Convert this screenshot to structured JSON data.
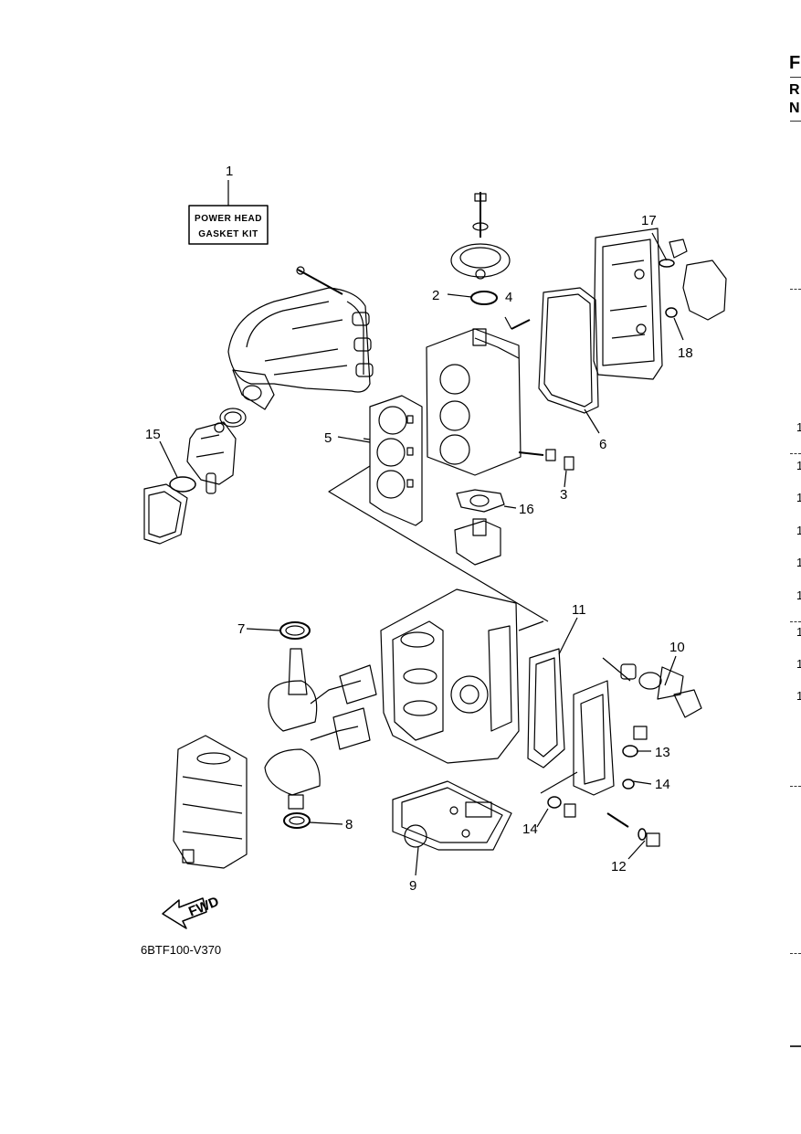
{
  "kit_label": {
    "line1": "POWER HEAD",
    "line2": "GASKET KIT"
  },
  "fwd_label": "FWD",
  "diagram_code": "6BTF100-V370",
  "callouts": [
    "1",
    "2",
    "3",
    "4",
    "5",
    "6",
    "7",
    "8",
    "9",
    "10",
    "11",
    "12",
    "13",
    "14",
    "14",
    "15",
    "16",
    "17",
    "18"
  ],
  "edge_letters": [
    "F",
    "R",
    "N"
  ],
  "edge_numbers": [
    "1",
    "1",
    "1",
    "1",
    "1",
    "1",
    "1",
    "1",
    "1"
  ]
}
